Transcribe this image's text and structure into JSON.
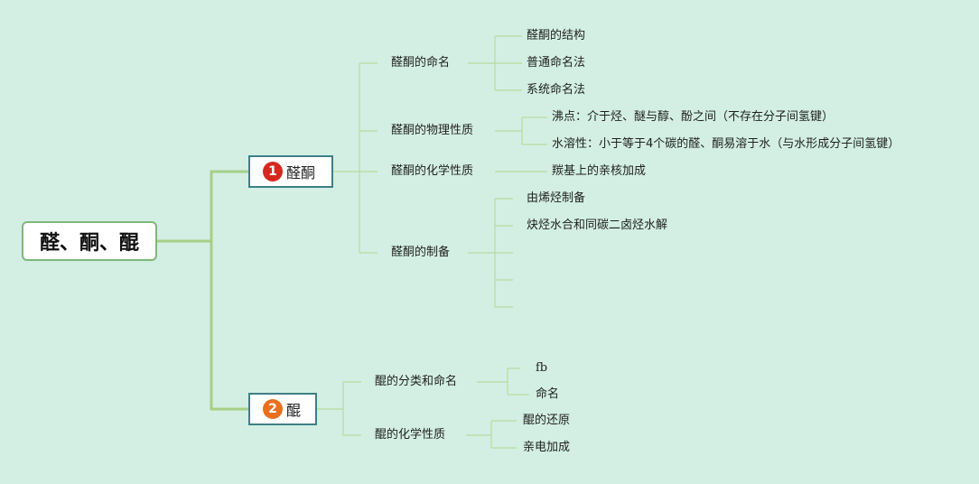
{
  "root": {
    "label": "醛、酮、醌"
  },
  "branch_1": {
    "badge": "1",
    "label": "醛酮",
    "children": [
      {
        "label": "醛酮的命名",
        "leaves": [
          "醛酮的结构",
          "普通命名法",
          "系统命名法"
        ]
      },
      {
        "label": "醛酮的物理性质",
        "leaves": [
          "沸点：介于烃、醚与醇、酚之间（不存在分子间氢键）",
          "水溶性：小于等于4个碳的醛、酮易溶于水（与水形成分子间氢键）"
        ]
      },
      {
        "label": "醛酮的化学性质",
        "leaves": [
          "羰基上的亲核加成"
        ]
      },
      {
        "label": "醛酮的制备",
        "leaves": [
          "由烯烃制备",
          "炔烃水合和同碳二卤烃水解"
        ]
      }
    ]
  },
  "branch_2": {
    "badge": "2",
    "label": "醌",
    "children": [
      {
        "label": "醌的分类和命名",
        "leaves": [
          "fb",
          "命名"
        ]
      },
      {
        "label": "醌的化学性质",
        "leaves": [
          "醌的还原",
          "亲电加成"
        ]
      }
    ]
  },
  "colors": {
    "background": "#d3efe3",
    "connector_main": "#a6cf86",
    "connector_thin": "#b5dc9f",
    "root_border": "#7fb77a",
    "branch_border": "#3e7f86",
    "badge_1": "#d7261e",
    "badge_2": "#e8701f"
  }
}
